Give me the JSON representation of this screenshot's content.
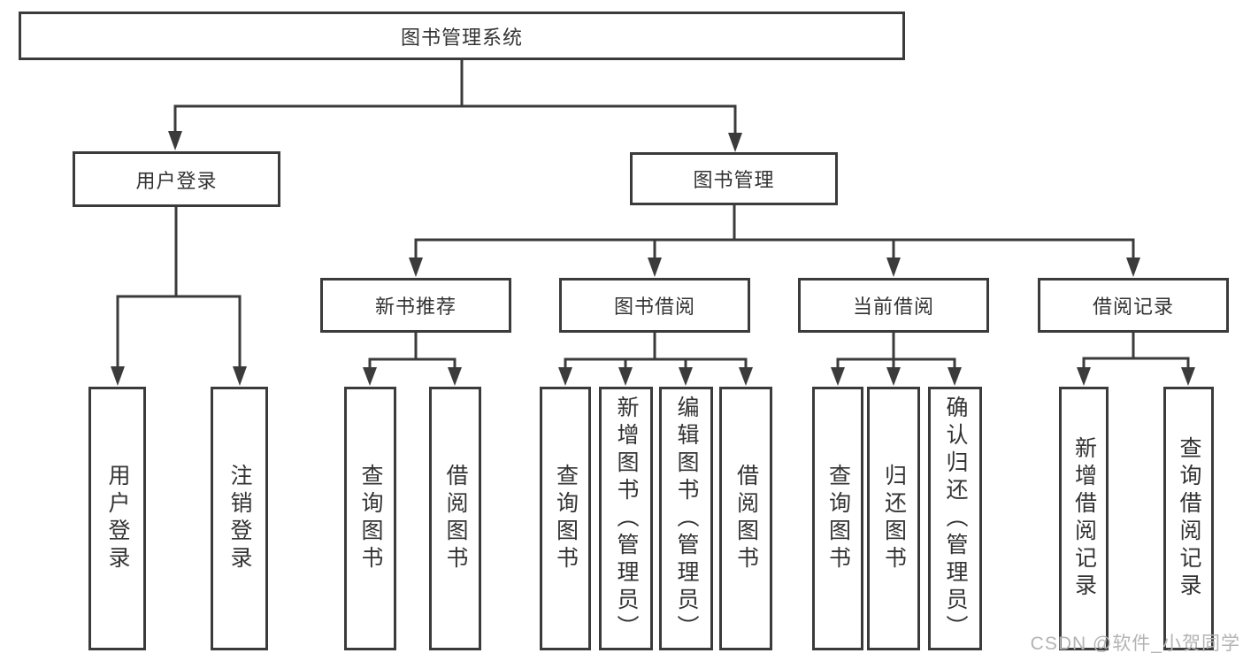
{
  "colors": {
    "line": "#3b3b3b",
    "text": "#333333",
    "background": "#ffffff",
    "watermark": "#b3b3b3"
  },
  "watermark": {
    "text": "CSDN @软件_小贺同学"
  },
  "tree": {
    "label": "图书管理系统",
    "children": [
      {
        "label": "用户登录",
        "children": [
          {
            "label": "用户登录"
          },
          {
            "label": "注销登录"
          }
        ]
      },
      {
        "label": "图书管理",
        "children": [
          {
            "label": "新书推荐",
            "children": [
              {
                "label": "查询图书"
              },
              {
                "label": "借阅图书"
              }
            ]
          },
          {
            "label": "图书借阅",
            "children": [
              {
                "label": "查询图书"
              },
              {
                "label": "新增图书（管理员）"
              },
              {
                "label": "编辑图书（管理员）"
              },
              {
                "label": "借阅图书"
              }
            ]
          },
          {
            "label": "当前借阅",
            "children": [
              {
                "label": "查询图书"
              },
              {
                "label": "归还图书"
              },
              {
                "label": "确认归还（管理员）"
              }
            ]
          },
          {
            "label": "借阅记录",
            "children": [
              {
                "label": "新增借阅记录"
              },
              {
                "label": "查询借阅记录"
              }
            ]
          }
        ]
      }
    ]
  }
}
